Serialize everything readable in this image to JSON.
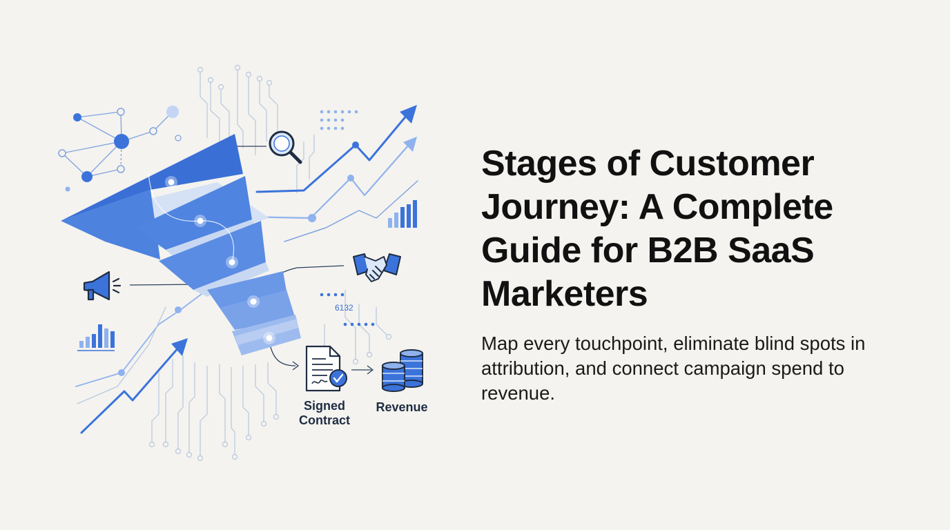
{
  "hero": {
    "title": "Stages of Customer Journey: A Complete Guide for B2B SaaS Marketers",
    "subtitle": "Map every touchpoint, eliminate blind spots in attribution, and connect campaign spend to revenue."
  },
  "illustration": {
    "labels": {
      "signed_contract_line1": "Signed",
      "signed_contract_line2": "Contract",
      "revenue": "Revenue",
      "code": "6132"
    },
    "icons": [
      "magnifier-icon",
      "handshake-icon",
      "megaphone-icon",
      "contract-document-icon",
      "coins-stack-icon",
      "bar-chart-icon",
      "network-nodes-icon"
    ],
    "colors": {
      "accent": "#3b73db",
      "accent_light": "#8fb2ee",
      "funnel_light": "#c9d8f2",
      "background": "#f4f3ef",
      "text": "#111111"
    }
  }
}
